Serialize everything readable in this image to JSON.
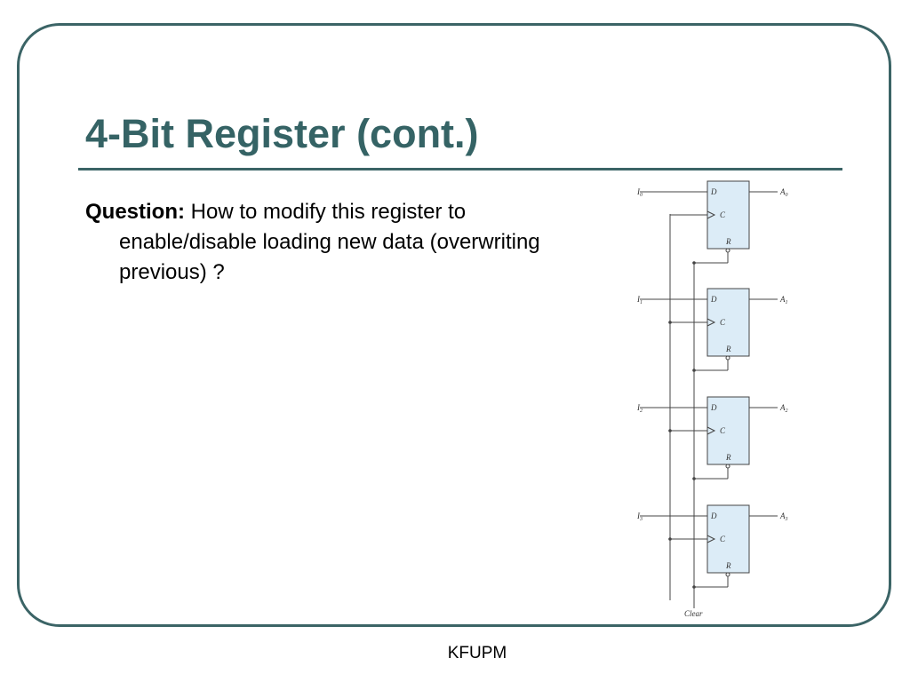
{
  "slide": {
    "title": "4-Bit Register (cont.)",
    "question_label": "Question:",
    "question_text": "How to modify this register to enable/disable loading new data (overwriting previous) ?",
    "footer": "KFUPM"
  },
  "diagram": {
    "colors": {
      "flipflop_fill": "#dcecf7",
      "stroke": "#444444"
    },
    "flipflops": [
      {
        "input": "I",
        "input_sub": "0",
        "output": "A",
        "output_sub": "0",
        "d_label": "D",
        "c_label": "C",
        "r_label": "R"
      },
      {
        "input": "I",
        "input_sub": "1",
        "output": "A",
        "output_sub": "1",
        "d_label": "D",
        "c_label": "C",
        "r_label": "R"
      },
      {
        "input": "I",
        "input_sub": "2",
        "output": "A",
        "output_sub": "2",
        "d_label": "D",
        "c_label": "C",
        "r_label": "R"
      },
      {
        "input": "I",
        "input_sub": "3",
        "output": "A",
        "output_sub": "3",
        "d_label": "D",
        "c_label": "C",
        "r_label": "R"
      }
    ],
    "clear_label": "Clear"
  }
}
